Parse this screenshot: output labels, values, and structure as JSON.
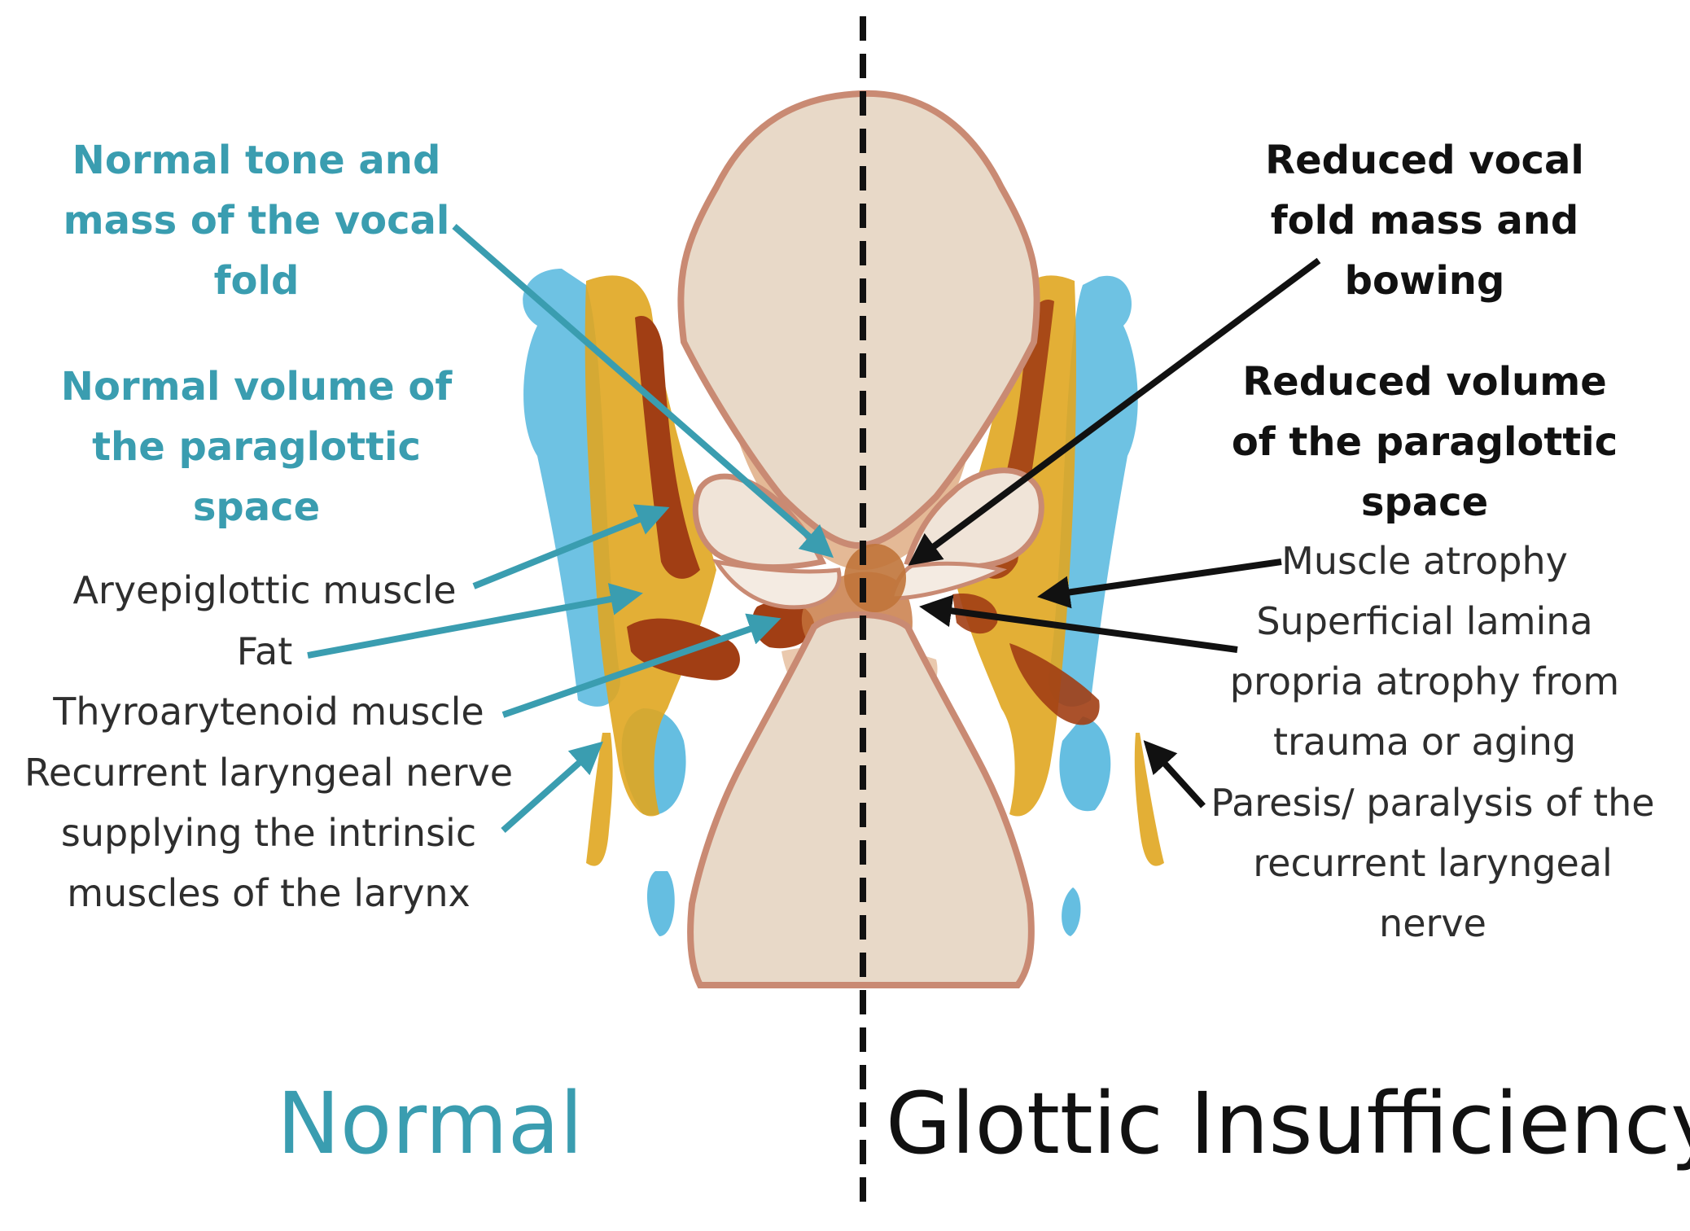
{
  "colors": {
    "normal_accent": "#3a9db0",
    "insufficiency_accent": "#111111",
    "cartilage_fill": "#e8d9c8",
    "cartilage_outline": "#c98a73",
    "muscle": "#a13e14",
    "fat": "#e0a620",
    "bone_blue": "#4ab3dc",
    "mucosa": "#d6935d"
  },
  "left_labels": {
    "vocal_fold": "Normal tone and\nmass of the vocal\nfold",
    "paraglottic": "Normal volume of\nthe paraglottic\nspace",
    "aryepiglottic": "Aryepiglottic muscle",
    "fat": "Fat",
    "thyroarytenoid": "Thyroarytenoid muscle",
    "nerve": "Recurrent laryngeal nerve\nsupplying the intrinsic\nmuscles of the larynx"
  },
  "right_labels": {
    "vocal_fold": "Reduced vocal\nfold mass and\nbowing",
    "paraglottic": "Reduced volume\nof the paraglottic\nspace",
    "muscle_atrophy": "Muscle atrophy",
    "lamina": "Superficial lamina\npropria atrophy from\ntrauma or aging",
    "nerve": "Paresis/ paralysis of the\nrecurrent laryngeal\nnerve"
  },
  "titles": {
    "normal": "Normal",
    "insufficiency": "Glottic Insufficiency"
  }
}
